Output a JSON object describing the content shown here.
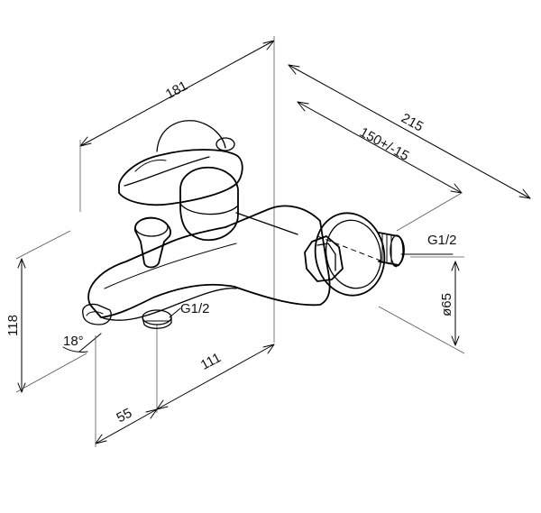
{
  "dimensions": {
    "overall_depth": "181",
    "total_width": "215",
    "center_distance": "150+/-15",
    "inlet_thread": "G1/2",
    "outlet_thread": "G1/2",
    "rosette_diameter": "ø65",
    "height": "118",
    "spout_angle": "18°",
    "spout_offset": "55",
    "outlet_to_body": "111"
  }
}
